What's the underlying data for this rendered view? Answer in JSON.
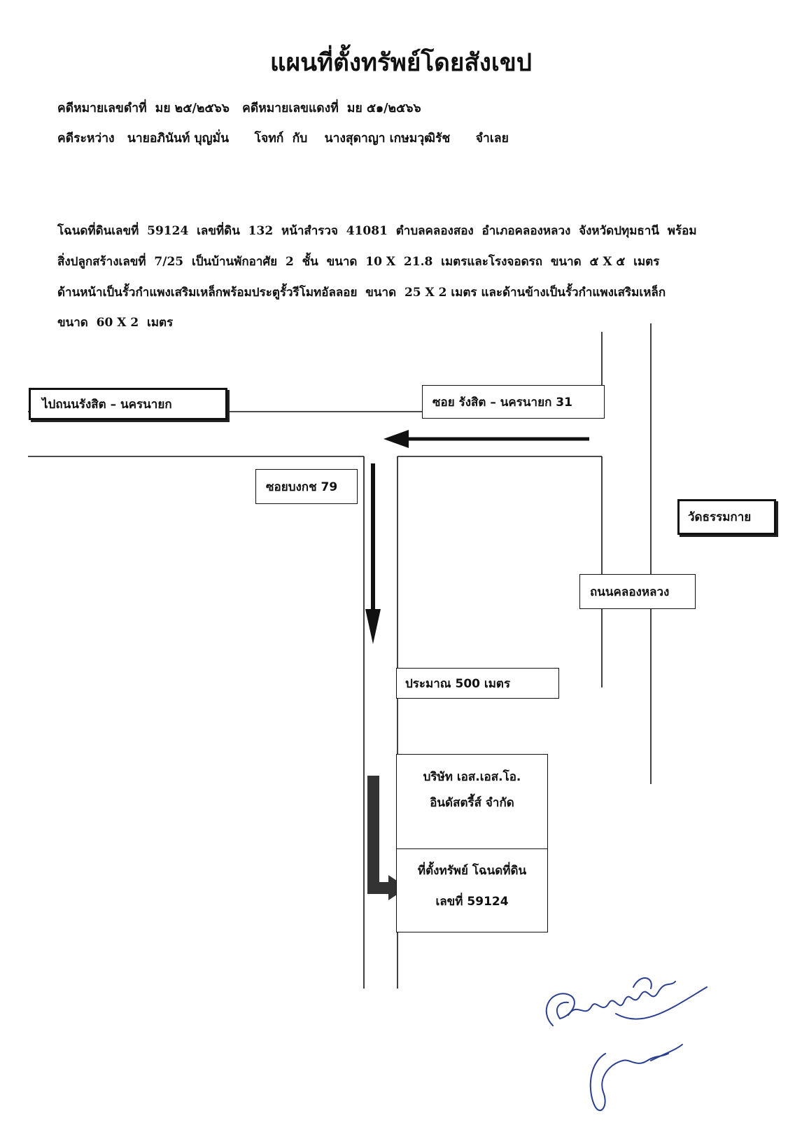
{
  "header": {
    "title": "แผนที่ตั้งทรัพย์โดยสังเขป",
    "case_line": "คดีหมายเลขดำที่  มย ๒๕/๒๕๖๖   คดีหมายเลขแดงที่  มย ๕๑/๒๕๖๖",
    "parties_line": "คดีระหว่าง   นายอภินันท์ บุญมั่น      โจทก์  กับ    นางสุดาญา เกษมวุฒิรัช      จำเลย"
  },
  "description": {
    "line1": "โฉนดที่ดินเลขที่  59124  เลขที่ดิน  132  หน้าสำรวจ  41081  ตำบลคลองสอง  อำเภอคลองหลวง  จังหวัดปทุมธานี  พร้อม",
    "line2": "สิ่งปลูกสร้างเลขที่  7/25  เป็นบ้านพักอาศัย  2  ชั้น  ขนาด  10 X  21.8  เมตรและโรงจอดรถ  ขนาด  ๕ X ๕  เมตร",
    "line3": "ด้านหน้าเป็นรั้วกำแพงเสริมเหล็กพร้อมประตูรั้วรีโมทอัลลอย  ขนาด  25 X 2 เมตร และด้านข้างเป็นรั้วกำแพงเสริมเหล็ก",
    "line4": "ขนาด  60 X 2  เมตร"
  },
  "map": {
    "to_rangsit_road": "ไปถนนรังสิต – นครนายก",
    "soi_rangsit_31": "ซอย รังสิต – นครนายก 31",
    "soi_bongkot_79": "ซอยบงกช 79",
    "wat_thammakai": "วัดธรรมกาย",
    "khlong_luang_road": "ถนนคลองหลวง",
    "approx_distance": "ประมาณ 500 เมตร",
    "company_line1": "บริษัท เอส.เอส.โอ.",
    "company_line2": "อินดัสตรี้ส์ จำกัด",
    "property_line1": "ที่ตั้งทรัพย์ โฉนดที่ดิน",
    "property_line2": "เลขที่ 59124"
  },
  "icons": {
    "signature": "handwritten-signature",
    "arrows": [
      "left-arrow",
      "down-arrow",
      "right-turn-arrow"
    ]
  },
  "colors": {
    "ink": "#111111",
    "signature_ink": "#2b3f8f"
  }
}
